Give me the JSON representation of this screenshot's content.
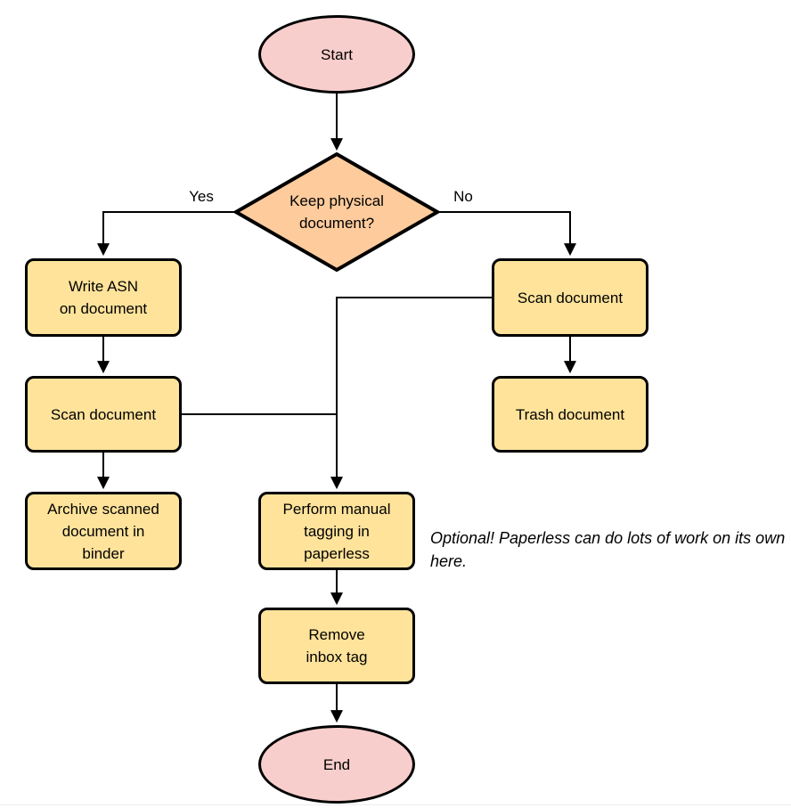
{
  "colors": {
    "terminator_fill": "#F8CECC",
    "decision_fill": "#FDCB9C",
    "process_fill": "#FFE39B",
    "stroke": "#000000"
  },
  "nodes": {
    "start": {
      "label": "Start"
    },
    "decision": {
      "label": [
        "Keep physical",
        "document?"
      ]
    },
    "write_asn": {
      "label": [
        "Write ASN",
        "on document"
      ]
    },
    "scan_left": {
      "label": "Scan document"
    },
    "archive": {
      "label": [
        "Archive scanned",
        "document in",
        "binder"
      ]
    },
    "scan_right": {
      "label": "Scan document"
    },
    "trash": {
      "label": "Trash document"
    },
    "tagging": {
      "label": [
        "Perform manual",
        "tagging in",
        "paperless"
      ]
    },
    "remove_inbox": {
      "label": [
        "Remove",
        "inbox tag"
      ]
    },
    "end": {
      "label": "End"
    }
  },
  "edge_labels": {
    "yes": "Yes",
    "no": "No"
  },
  "annotation": {
    "lines": [
      "Optional! Paperless can do lots of work on its own here."
    ]
  },
  "edges": [
    {
      "from": "start",
      "to": "decision"
    },
    {
      "from": "decision",
      "to": "write_asn",
      "label": "Yes"
    },
    {
      "from": "decision",
      "to": "scan_right",
      "label": "No"
    },
    {
      "from": "write_asn",
      "to": "scan_left"
    },
    {
      "from": "scan_left",
      "to": "archive"
    },
    {
      "from": "scan_right",
      "to": "trash"
    },
    {
      "from": "scan_left",
      "to": "tagging"
    },
    {
      "from": "scan_right",
      "to": "tagging"
    },
    {
      "from": "tagging",
      "to": "remove_inbox"
    },
    {
      "from": "remove_inbox",
      "to": "end"
    }
  ]
}
